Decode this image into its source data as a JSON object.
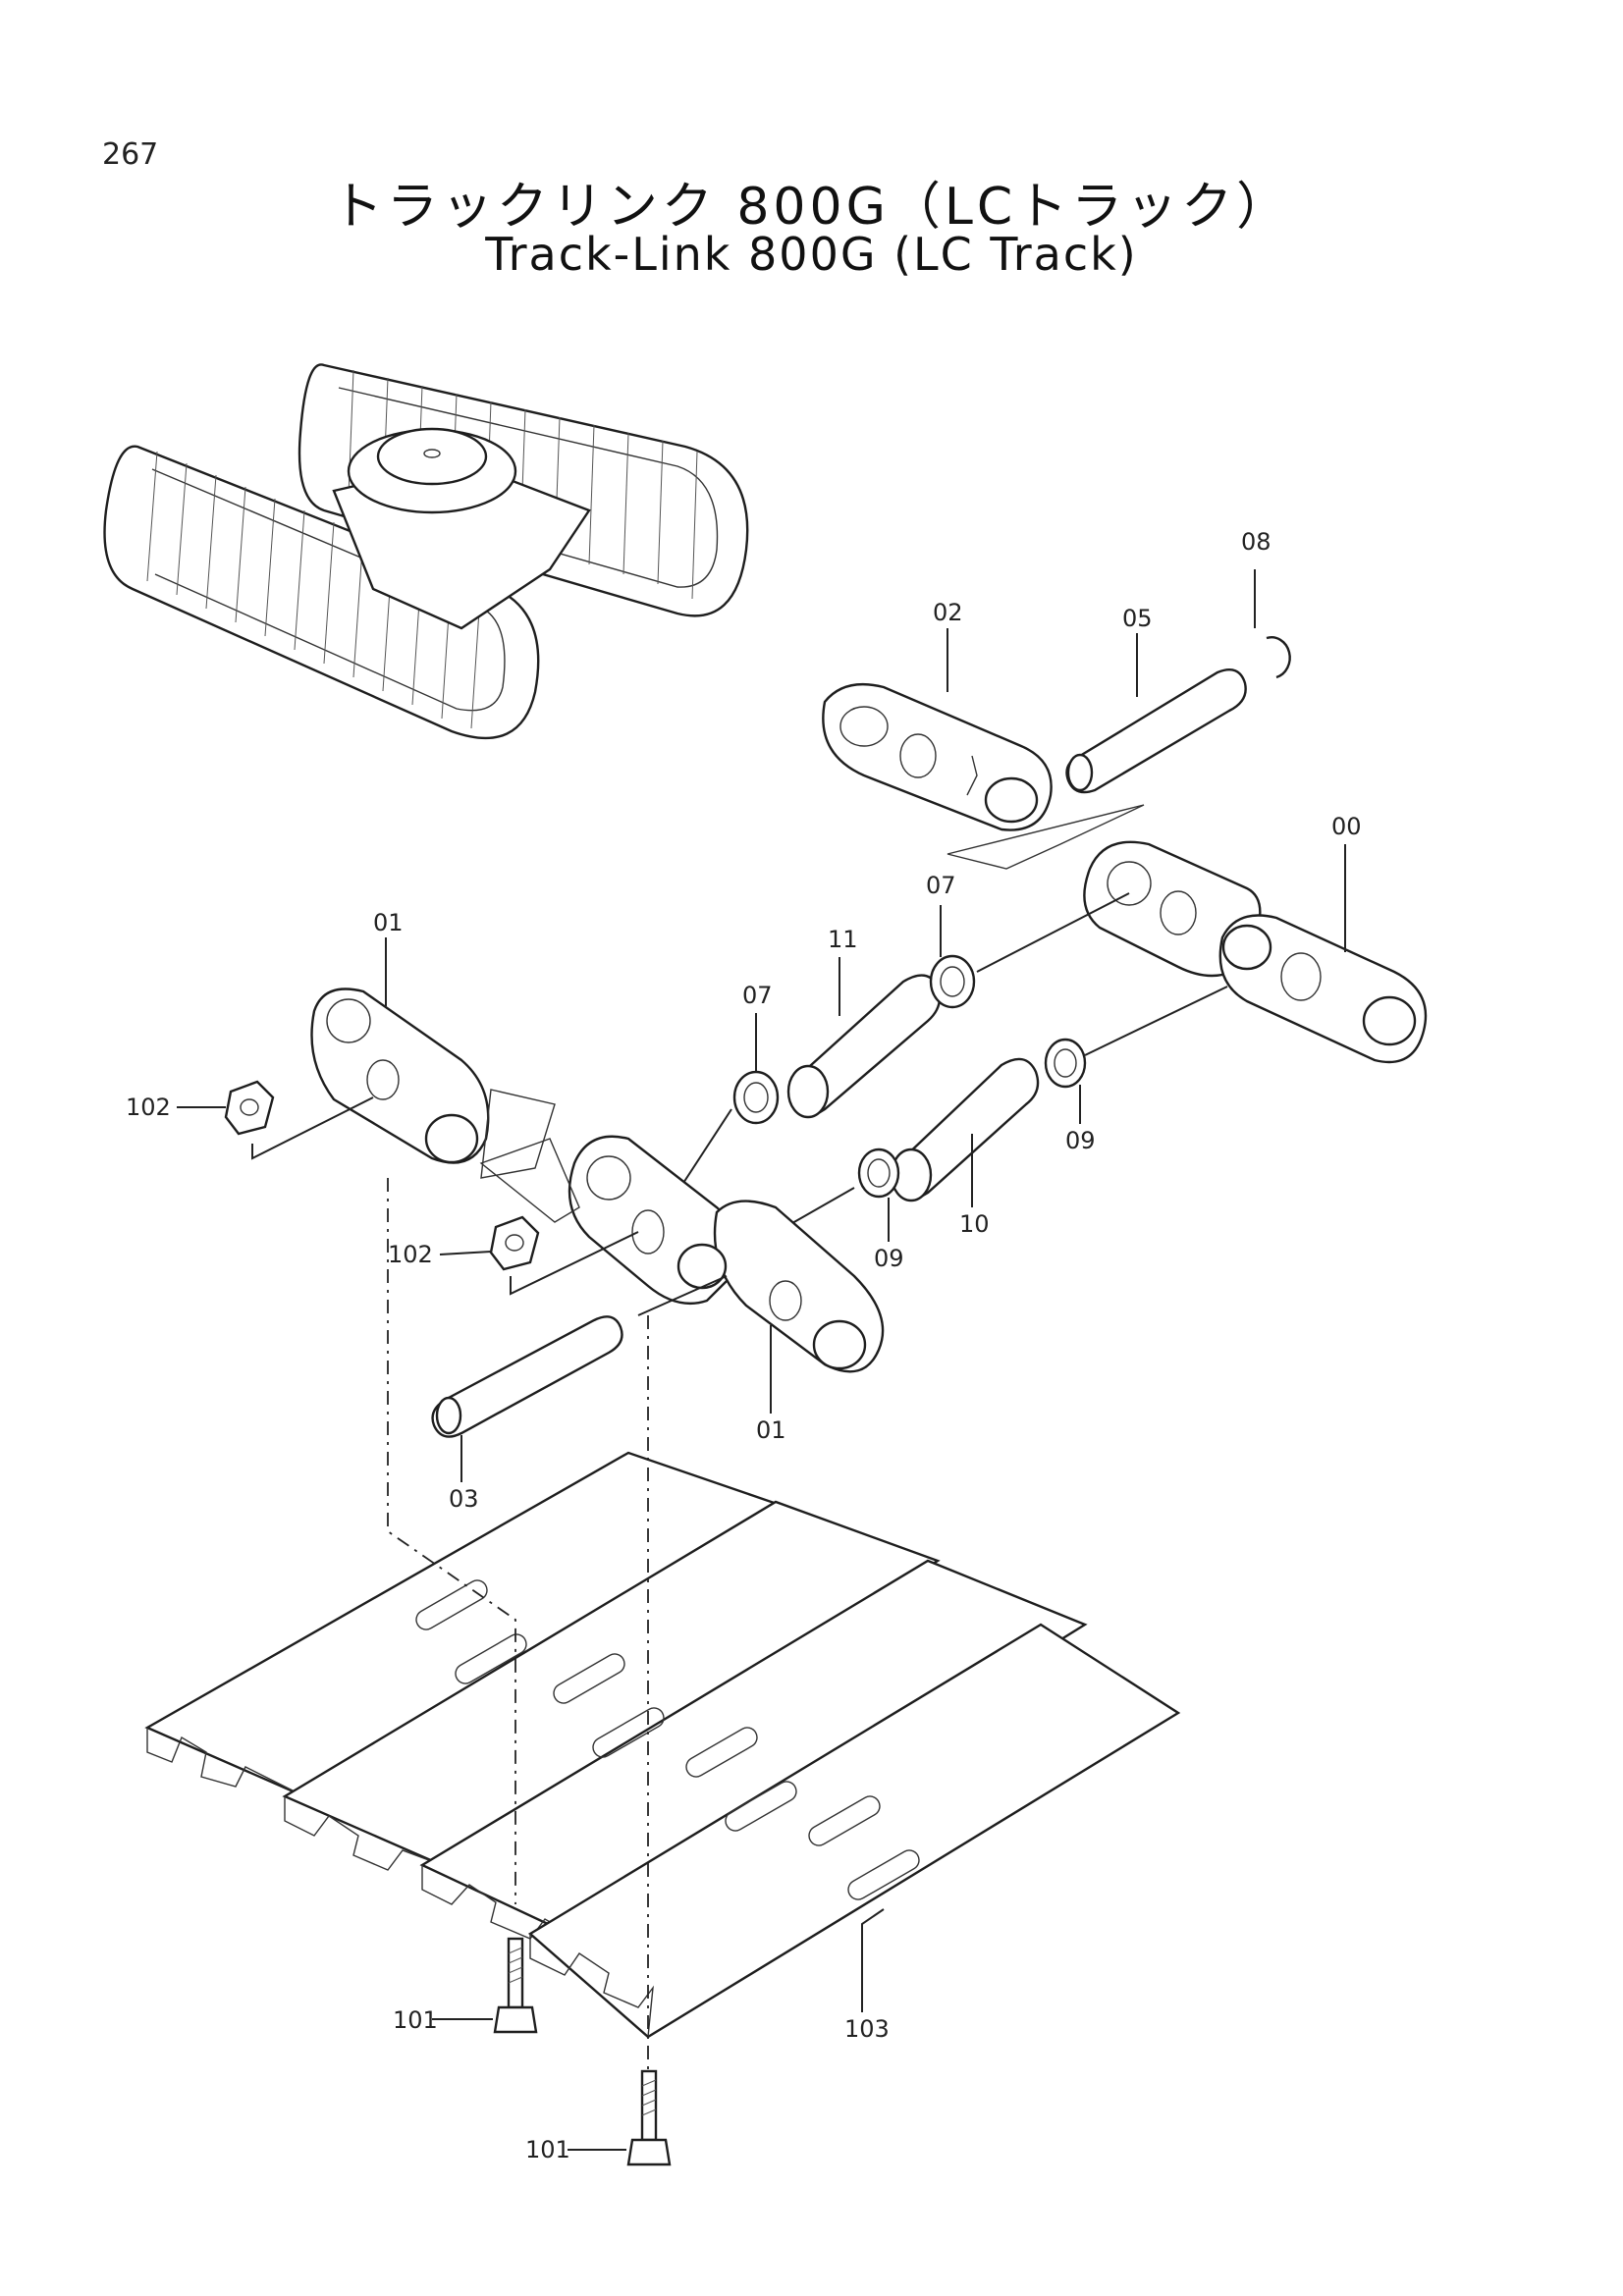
{
  "page_number": "267",
  "title_jp": "トラックリンク 800G（LCトラック）",
  "title_en": "Track-Link 800G (LC Track)",
  "callouts": {
    "c00": "00",
    "c01a": "01",
    "c01b": "01",
    "c02": "02",
    "c03": "03",
    "c05": "05",
    "c07a": "07",
    "c07b": "07",
    "c08": "08",
    "c09a": "09",
    "c09b": "09",
    "c10": "10",
    "c11": "11",
    "c101a": "101",
    "c101b": "101",
    "c102a": "102",
    "c102b": "102",
    "c103": "103"
  }
}
